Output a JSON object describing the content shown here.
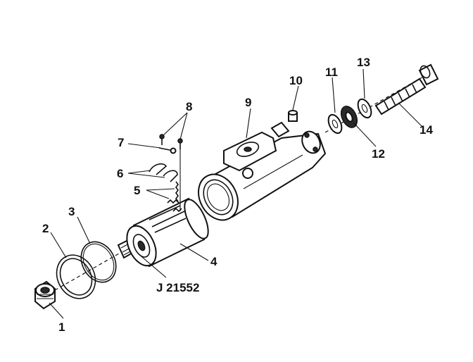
{
  "callouts": {
    "c1": "1",
    "c2": "2",
    "c3": "3",
    "c4": "4",
    "c5": "5",
    "c6": "6",
    "c7": "7",
    "c8": "8",
    "c9": "9",
    "c10": "10",
    "c11": "11",
    "c12": "12",
    "c13": "13",
    "c14": "14"
  },
  "tool_label": "J 21552",
  "colors": {
    "ink": "#111111",
    "background": "#ffffff"
  }
}
